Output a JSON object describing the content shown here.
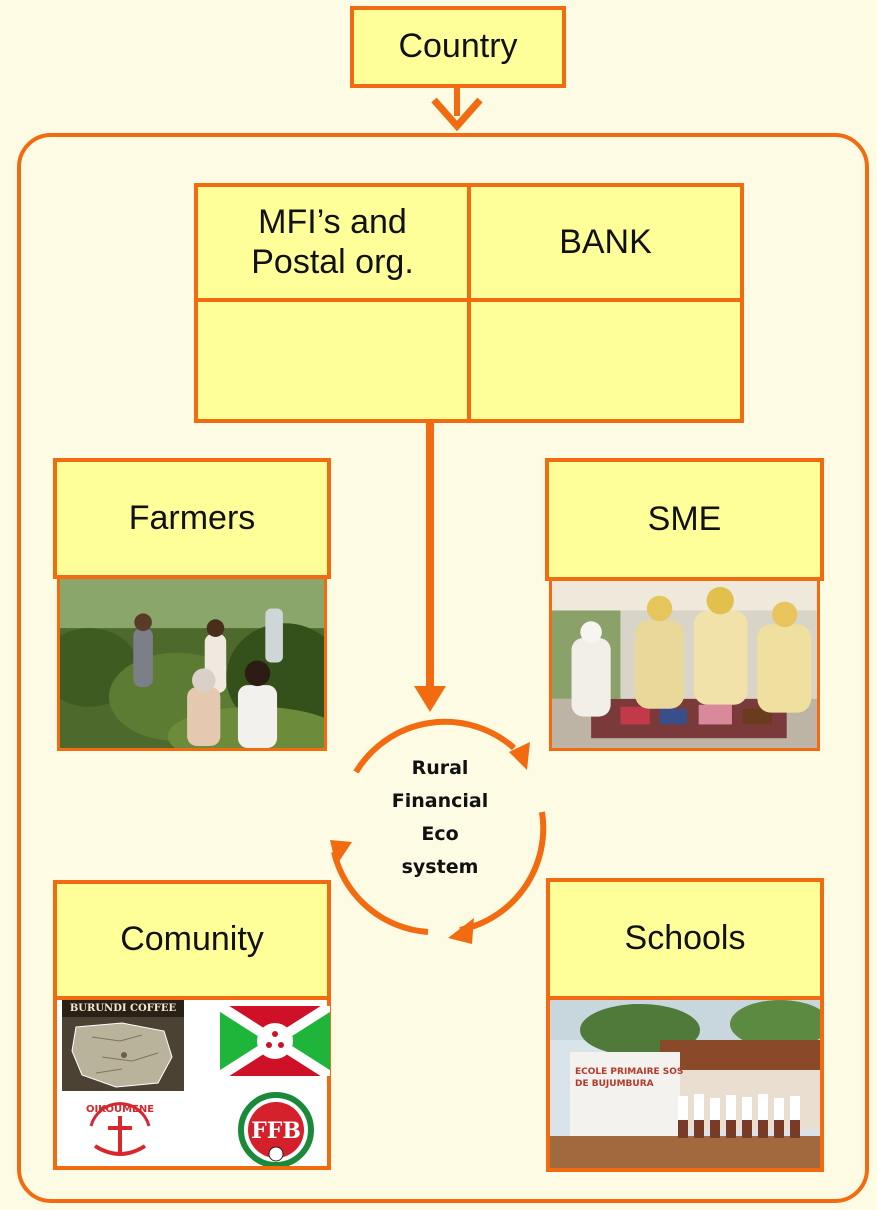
{
  "country": {
    "label": "Country"
  },
  "institutions": {
    "mfi": {
      "line1": "MFI’s and",
      "line2": "Postal org."
    },
    "bank": {
      "label": "BANK"
    }
  },
  "sectors": {
    "farmers": {
      "label": "Farmers"
    },
    "sme": {
      "label": "SME"
    },
    "community": {
      "label": "Comunity",
      "map_caption": "BURUNDI COFFEE",
      "logo_oikoumene": "OIKOUMENE",
      "logo_ffb": "FFB"
    },
    "schools": {
      "label": "Schools",
      "wall_text_line1": "ECOLE PRIMAIRE SOS",
      "wall_text_line2": "DE BUJUMBURA"
    }
  },
  "eco_cycle": {
    "line1": "Rural",
    "line2": "Financial",
    "line3": "Eco",
    "line4": "system"
  },
  "colors": {
    "accent": "#f26b10",
    "box_fill": "#ffff99",
    "background": "#fdfbe3"
  }
}
